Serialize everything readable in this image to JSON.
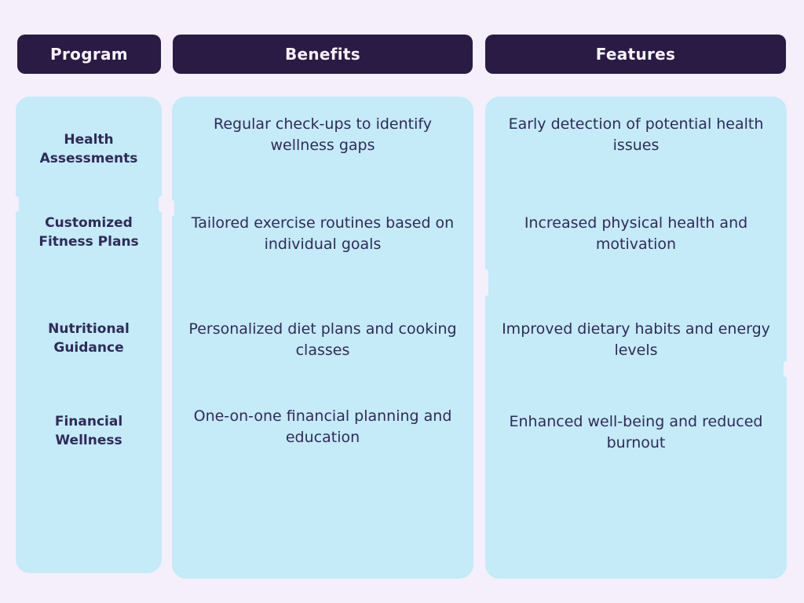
{
  "chart_data": {
    "type": "table",
    "title": "",
    "legend": "none",
    "grid": "off",
    "columns": [
      {
        "header": "Program",
        "cells": [
          "Health Assessments",
          "Customized Fitness Plans",
          "Nutritional Guidance",
          "Financial Wellness"
        ]
      },
      {
        "header": "Benefits",
        "cells": [
          "Regular check-ups to identify wellness gaps",
          "Tailored exercise routines based on individual goals",
          "Personalized diet plans and cooking classes",
          "One-on-one financial planning and education"
        ]
      },
      {
        "header": "Features",
        "cells": [
          "Early detection of potential health issues",
          "Increased physical health and motivation",
          "Improved dietary habits and energy levels",
          "Enhanced well-being and reduced burnout"
        ]
      }
    ]
  },
  "colors": {
    "page_background": "#f4effb",
    "header_background": "#2a1b45",
    "header_text": "#f6f3fb",
    "cell_background": "#c5eaf8",
    "body_text": "#2f2b58"
  }
}
